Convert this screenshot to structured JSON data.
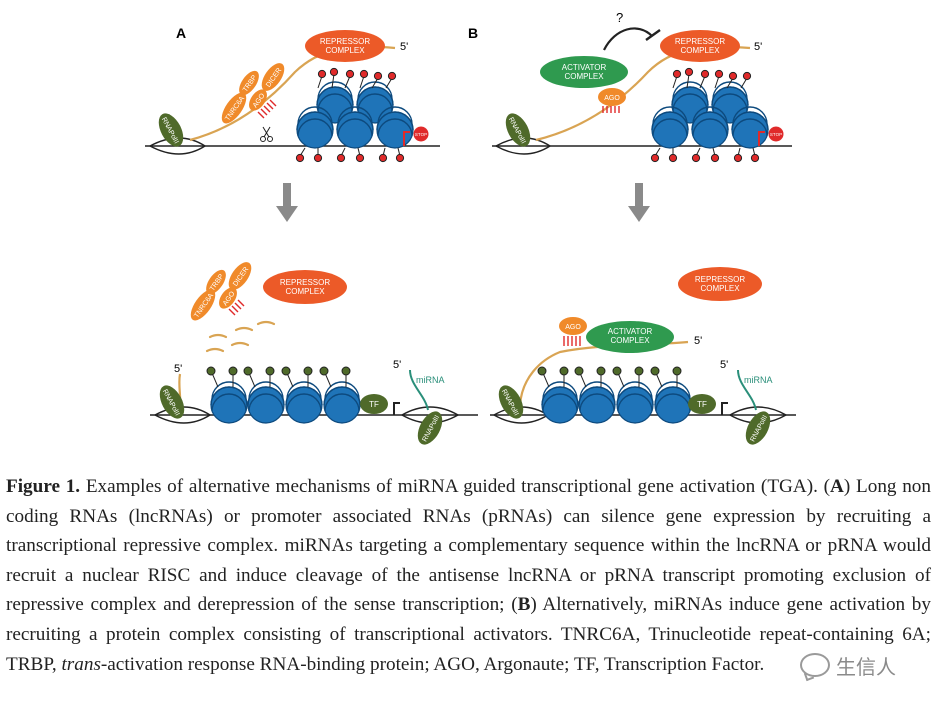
{
  "panels": {
    "a_label": "A",
    "b_label": "B"
  },
  "labels": {
    "repressor": [
      "REPRESSOR",
      "COMPLEX"
    ],
    "activator": [
      "ACTIVATOR",
      "COMPLEX"
    ],
    "tnrc6a": "TNRC6A",
    "trbp": "TRBP",
    "dicer": "DICER",
    "ago": "AGO",
    "rnapolii": "RNAPolII",
    "stop": "STOP",
    "five_prime": "5'",
    "question": "?",
    "tf": "TF",
    "mirna": "miRNA"
  },
  "caption": {
    "title": "Figure 1.",
    "intro": " Examples of alternative mechanisms of miRNA guided transcriptional gene activation (TGA). (",
    "a": "A",
    "text_a": ") Long non coding RNAs (lncRNAs) or promoter associated RNAs (pRNAs) can silence gene expression by recruiting a transcriptional repressive complex. miRNAs targeting a complementary sequence within the lncRNA or pRNA would recruit a nuclear RISC and induce cleavage of the antisense lncRNA or pRNA transcript promoting exclusion of repressive complex and derepression of the sense transcription; (",
    "b": "B",
    "text_b": ") Alternatively, miRNAs induce gene activation by recruiting a protein complex consisting of transcriptional activators.  TNRC6A, Trinucleotide repeat-containing 6A; TRBP, ",
    "trans": "trans",
    "text_end": "-activation response RNA-binding protein; AGO, Argonaute; TF, Transcription Factor."
  },
  "watermark": {
    "text": "生信人"
  },
  "colors": {
    "nucleosome": "#1f74b8",
    "nucleosome_dark": "#0d4a7e",
    "orange": "#f08a2a",
    "repressor": "#ec5a28",
    "green": "#2f9a4f",
    "olive": "#4f6a2a",
    "rna_line": "#d9a453",
    "mirna_line": "#2a8f7a",
    "stop": "#e02a2a",
    "arrow": "#8a8a8a"
  }
}
